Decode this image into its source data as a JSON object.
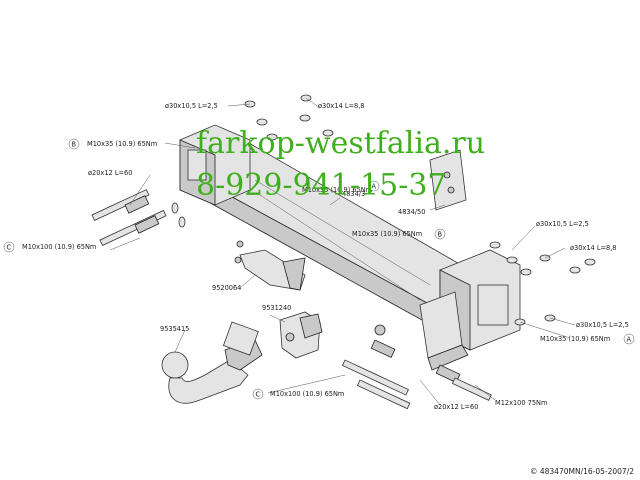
{
  "watermark": {
    "domain": "farkop-westfalia.ru",
    "phone": "8-929-941-15-37",
    "color": "#3fb01d"
  },
  "copyright": "© 483470MN/16-05-2007/2",
  "labels": {
    "washer_top_left": "ø30x10,5 L=2,5",
    "washer_top_mid": "ø30x14 L=8,8",
    "bolt_b_left": "M10x35 (10.9) 65Nm",
    "spacer_left": "ø20x12 L=60",
    "bolt_c_left": "M10x100 (10.9) 65Nm",
    "plate_left": "4834/3",
    "plate_right": "4834/50",
    "bolt_b_centre": "M10x35 (10.9) 65Nm",
    "washer_right_top": "ø30x10,5 L=2,5",
    "washer_right_mid": "ø30x14 L=8,8",
    "washer_right_low": "ø30x10,5 L=2,5",
    "bolt_a_right": "M10x35 (10.9) 65Nm",
    "socket_plate": "9520064",
    "socket": "9531240",
    "ball": "9535415",
    "bolt_c_bottom": "M10x100 (10.9) 65Nm",
    "spacer_bottom": "ø20x12 L=60",
    "bolt_bottom_right": "M12x100 75Nm"
  },
  "markers": {
    "b": "B",
    "c": "C",
    "a": "A"
  },
  "obscured_callout": "M10x35 (10.9) 65Nm"
}
